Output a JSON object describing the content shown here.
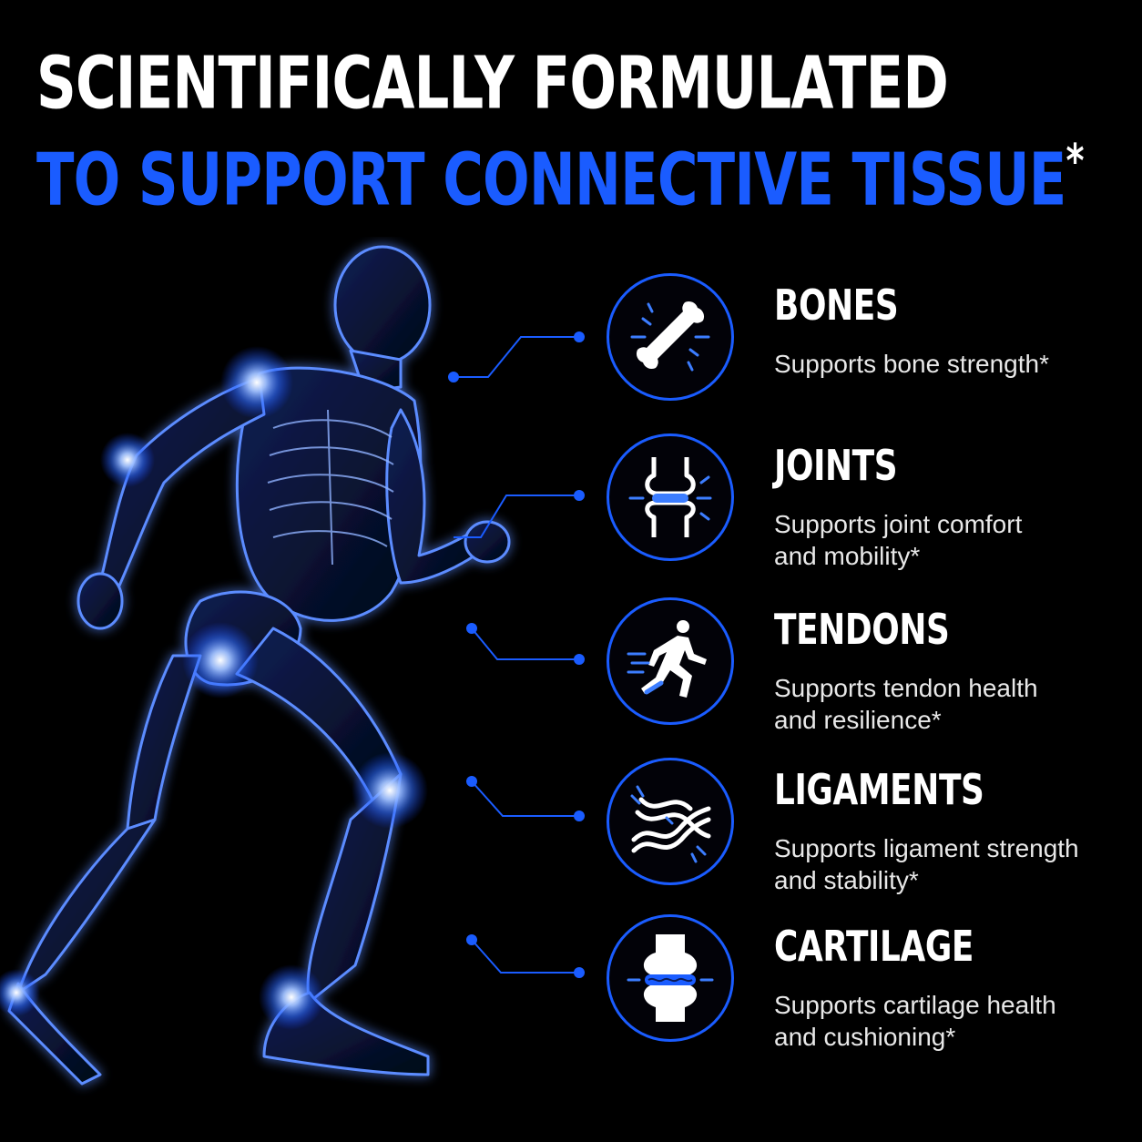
{
  "headline": {
    "line1": "SCIENTIFICALLY FORMULATED",
    "line2": "TO SUPPORT CONNECTIVE TISSUE",
    "asterisk": "*"
  },
  "colors": {
    "accent_blue": "#1a5cff",
    "glow_blue": "#3c7dff",
    "background": "#000000",
    "text": "#ffffff"
  },
  "features": [
    {
      "icon": "bone-icon",
      "title": "BONES",
      "desc_lines": [
        "Supports bone strength*"
      ]
    },
    {
      "icon": "joint-icon",
      "title": "JOINTS",
      "desc_lines": [
        "Supports joint comfort",
        "and mobility*"
      ]
    },
    {
      "icon": "runner-icon",
      "title": "TENDONS",
      "desc_lines": [
        "Supports tendon health",
        "and resilience*"
      ]
    },
    {
      "icon": "ligament-icon",
      "title": "LIGAMENTS",
      "desc_lines": [
        "Supports ligament strength",
        "and stability*"
      ]
    },
    {
      "icon": "cartilage-icon",
      "title": "CARTILAGE",
      "desc_lines": [
        "Supports cartilage health",
        "and cushioning*"
      ]
    }
  ]
}
